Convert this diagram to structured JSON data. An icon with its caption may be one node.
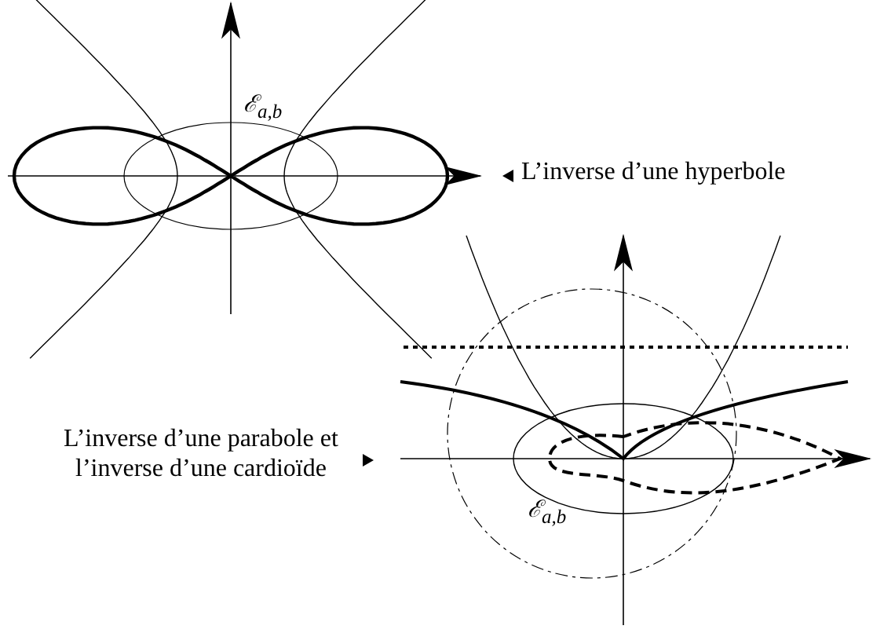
{
  "diagram": {
    "labels": [
      "ℰ$_{a,b}$",
      "L’inverse d’une hyperbole",
      "L’inverse d’une parabole et l’inverse d’une cardioïde",
      "ℰ$_{a,b}$"
    ]
  }
}
